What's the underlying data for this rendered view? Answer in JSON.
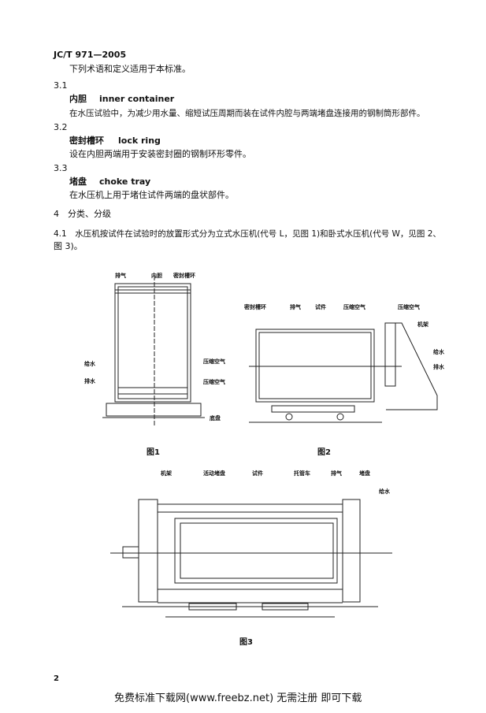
{
  "header": "JC/T 971—2005",
  "intro": "下列术语和定义适用于本标准。",
  "terms": [
    {
      "num": "3.1",
      "zh": "内胆",
      "en": "inner container",
      "def": "在水压试验中，为减少用水量、缩短试压周期而装在试件内腔与两端堵盘连接用的钢制筒形部件。"
    },
    {
      "num": "3.2",
      "zh": "密封槽环",
      "en": "lock ring",
      "def": "设在内胆两端用于安装密封圈的钢制环形零件。"
    },
    {
      "num": "3.3",
      "zh": "堵盘",
      "en": "choke tray",
      "def": "在水压机上用于堵住试件两端的盘状部件。"
    }
  ],
  "section4": "4　分类、分级",
  "p41_line1": "4.1　水压机按试件在试验时的放置形式分为立式水压机(代号 L，见图 1)和卧式水压机(代号 W，见图 2、",
  "p41_line2": "图 3)。",
  "fig1": {
    "caption": "图1",
    "labels": [
      "排气",
      "内胆",
      "密封槽环",
      "给水",
      "排水",
      "压缩空气",
      "压缩空气",
      "底盘"
    ]
  },
  "fig2": {
    "caption": "图2",
    "labels": [
      "密封槽环",
      "排气",
      "试件",
      "压缩空气",
      "压缩空气",
      "机架",
      "给水",
      "排水"
    ]
  },
  "fig3": {
    "caption": "图3",
    "labels": [
      "机架",
      "活动堵盘",
      "试件",
      "托管车",
      "排气",
      "堵盘",
      "给水"
    ]
  },
  "page_number": "2",
  "footer": "免费标准下载网(www.freebz.net) 无需注册 即可下载"
}
